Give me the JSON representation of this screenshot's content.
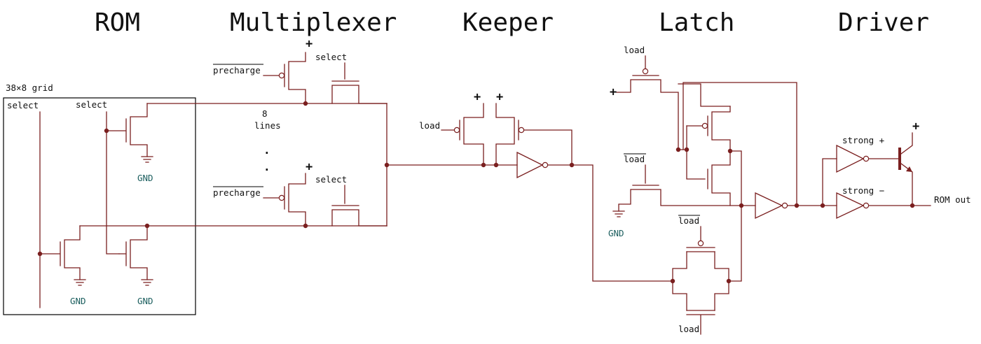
{
  "sections": {
    "rom": "ROM",
    "multiplexer": "Multiplexer",
    "keeper": "Keeper",
    "latch": "Latch",
    "driver": "Driver"
  },
  "rom": {
    "grid": "38×8 grid",
    "select_left": "select",
    "select_right": "select",
    "gnd": "GND"
  },
  "mux": {
    "precharge": "precharge",
    "select": "select",
    "lines_count": "8",
    "lines_label": "lines",
    "plus": "+"
  },
  "keeper": {
    "load": "load",
    "plus": "+"
  },
  "latch": {
    "load": "load",
    "plus": "+",
    "gnd": "GND"
  },
  "driver": {
    "strong_plus": "strong +",
    "strong_minus": "strong −",
    "plus": "+",
    "rom_out": "ROM out"
  }
}
